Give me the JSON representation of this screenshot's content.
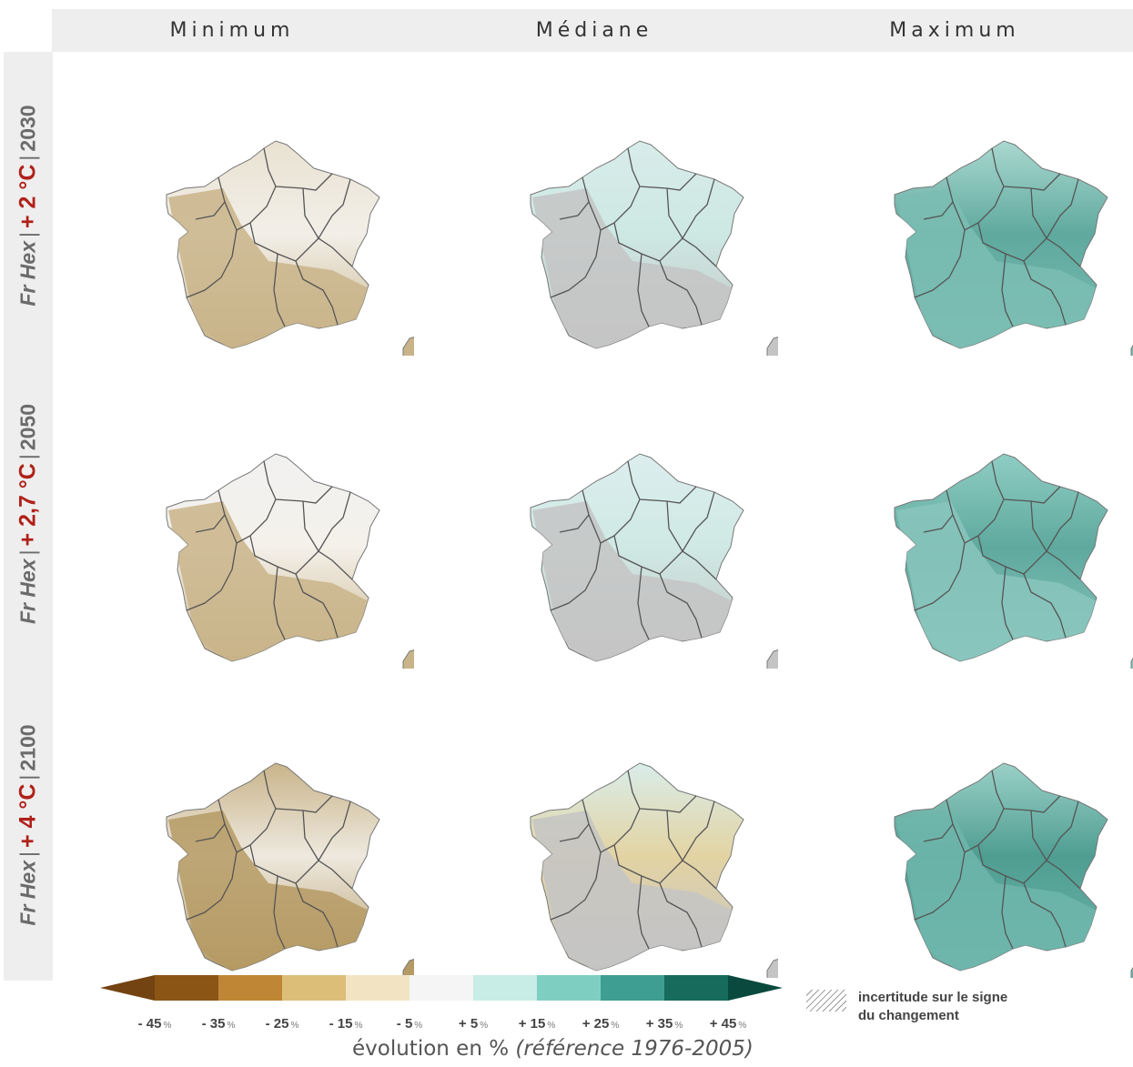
{
  "columns": [
    "Minimum",
    "Médiane",
    "Maximum"
  ],
  "rows": [
    {
      "prefix": "Fr Hex",
      "warming": "+ 2 °C",
      "year": "2030"
    },
    {
      "prefix": "Fr Hex",
      "warming": "+ 2,7 °C",
      "year": "2050"
    },
    {
      "prefix": "Fr Hex",
      "warming": "+ 4 °C",
      "year": "2100"
    }
  ],
  "legend": {
    "colors": [
      "#734311",
      "#8b5516",
      "#bf8735",
      "#dcbe79",
      "#f2e4c2",
      "#f5f5f5",
      "#c8ece6",
      "#7ecfc2",
      "#3e9e91",
      "#166b5d",
      "#0a4a3e"
    ],
    "ticks": [
      "- 45",
      "- 35",
      "- 25",
      "- 15",
      "- 5",
      "+ 5",
      "+ 15",
      "+ 25",
      "+ 35",
      "+ 45"
    ],
    "tick_unit": "%",
    "hatch_label_line1": "incertitude sur le signe",
    "hatch_label_line2": "du changement",
    "axis_label_main": "évolution en %",
    "axis_label_ref": "(référence 1976-2005)"
  },
  "map_fills": [
    [
      [
        "#c9b48a",
        "#e9e2d2",
        "#f2efe8"
      ],
      [
        "#c4c4c4",
        "#d8ecea",
        "#cde8e3"
      ],
      [
        "#7bbdb3",
        "#a9d8d0",
        "#5fa99e"
      ]
    ],
    [
      [
        "#c9b48a",
        "#f1f1f1",
        "#f4f1ea"
      ],
      [
        "#c4c4c4",
        "#dceeee",
        "#cfe9e4"
      ],
      [
        "#89c6bd",
        "#8fcdc3",
        "#5fa99e"
      ]
    ],
    [
      [
        "#b59a64",
        "#c9b48a",
        "#eee9df"
      ],
      [
        "#c4c4c4",
        "#d9ede9",
        "#e3d3a3"
      ],
      [
        "#6fb6ab",
        "#9ad0c7",
        "#4f9d91"
      ]
    ]
  ]
}
